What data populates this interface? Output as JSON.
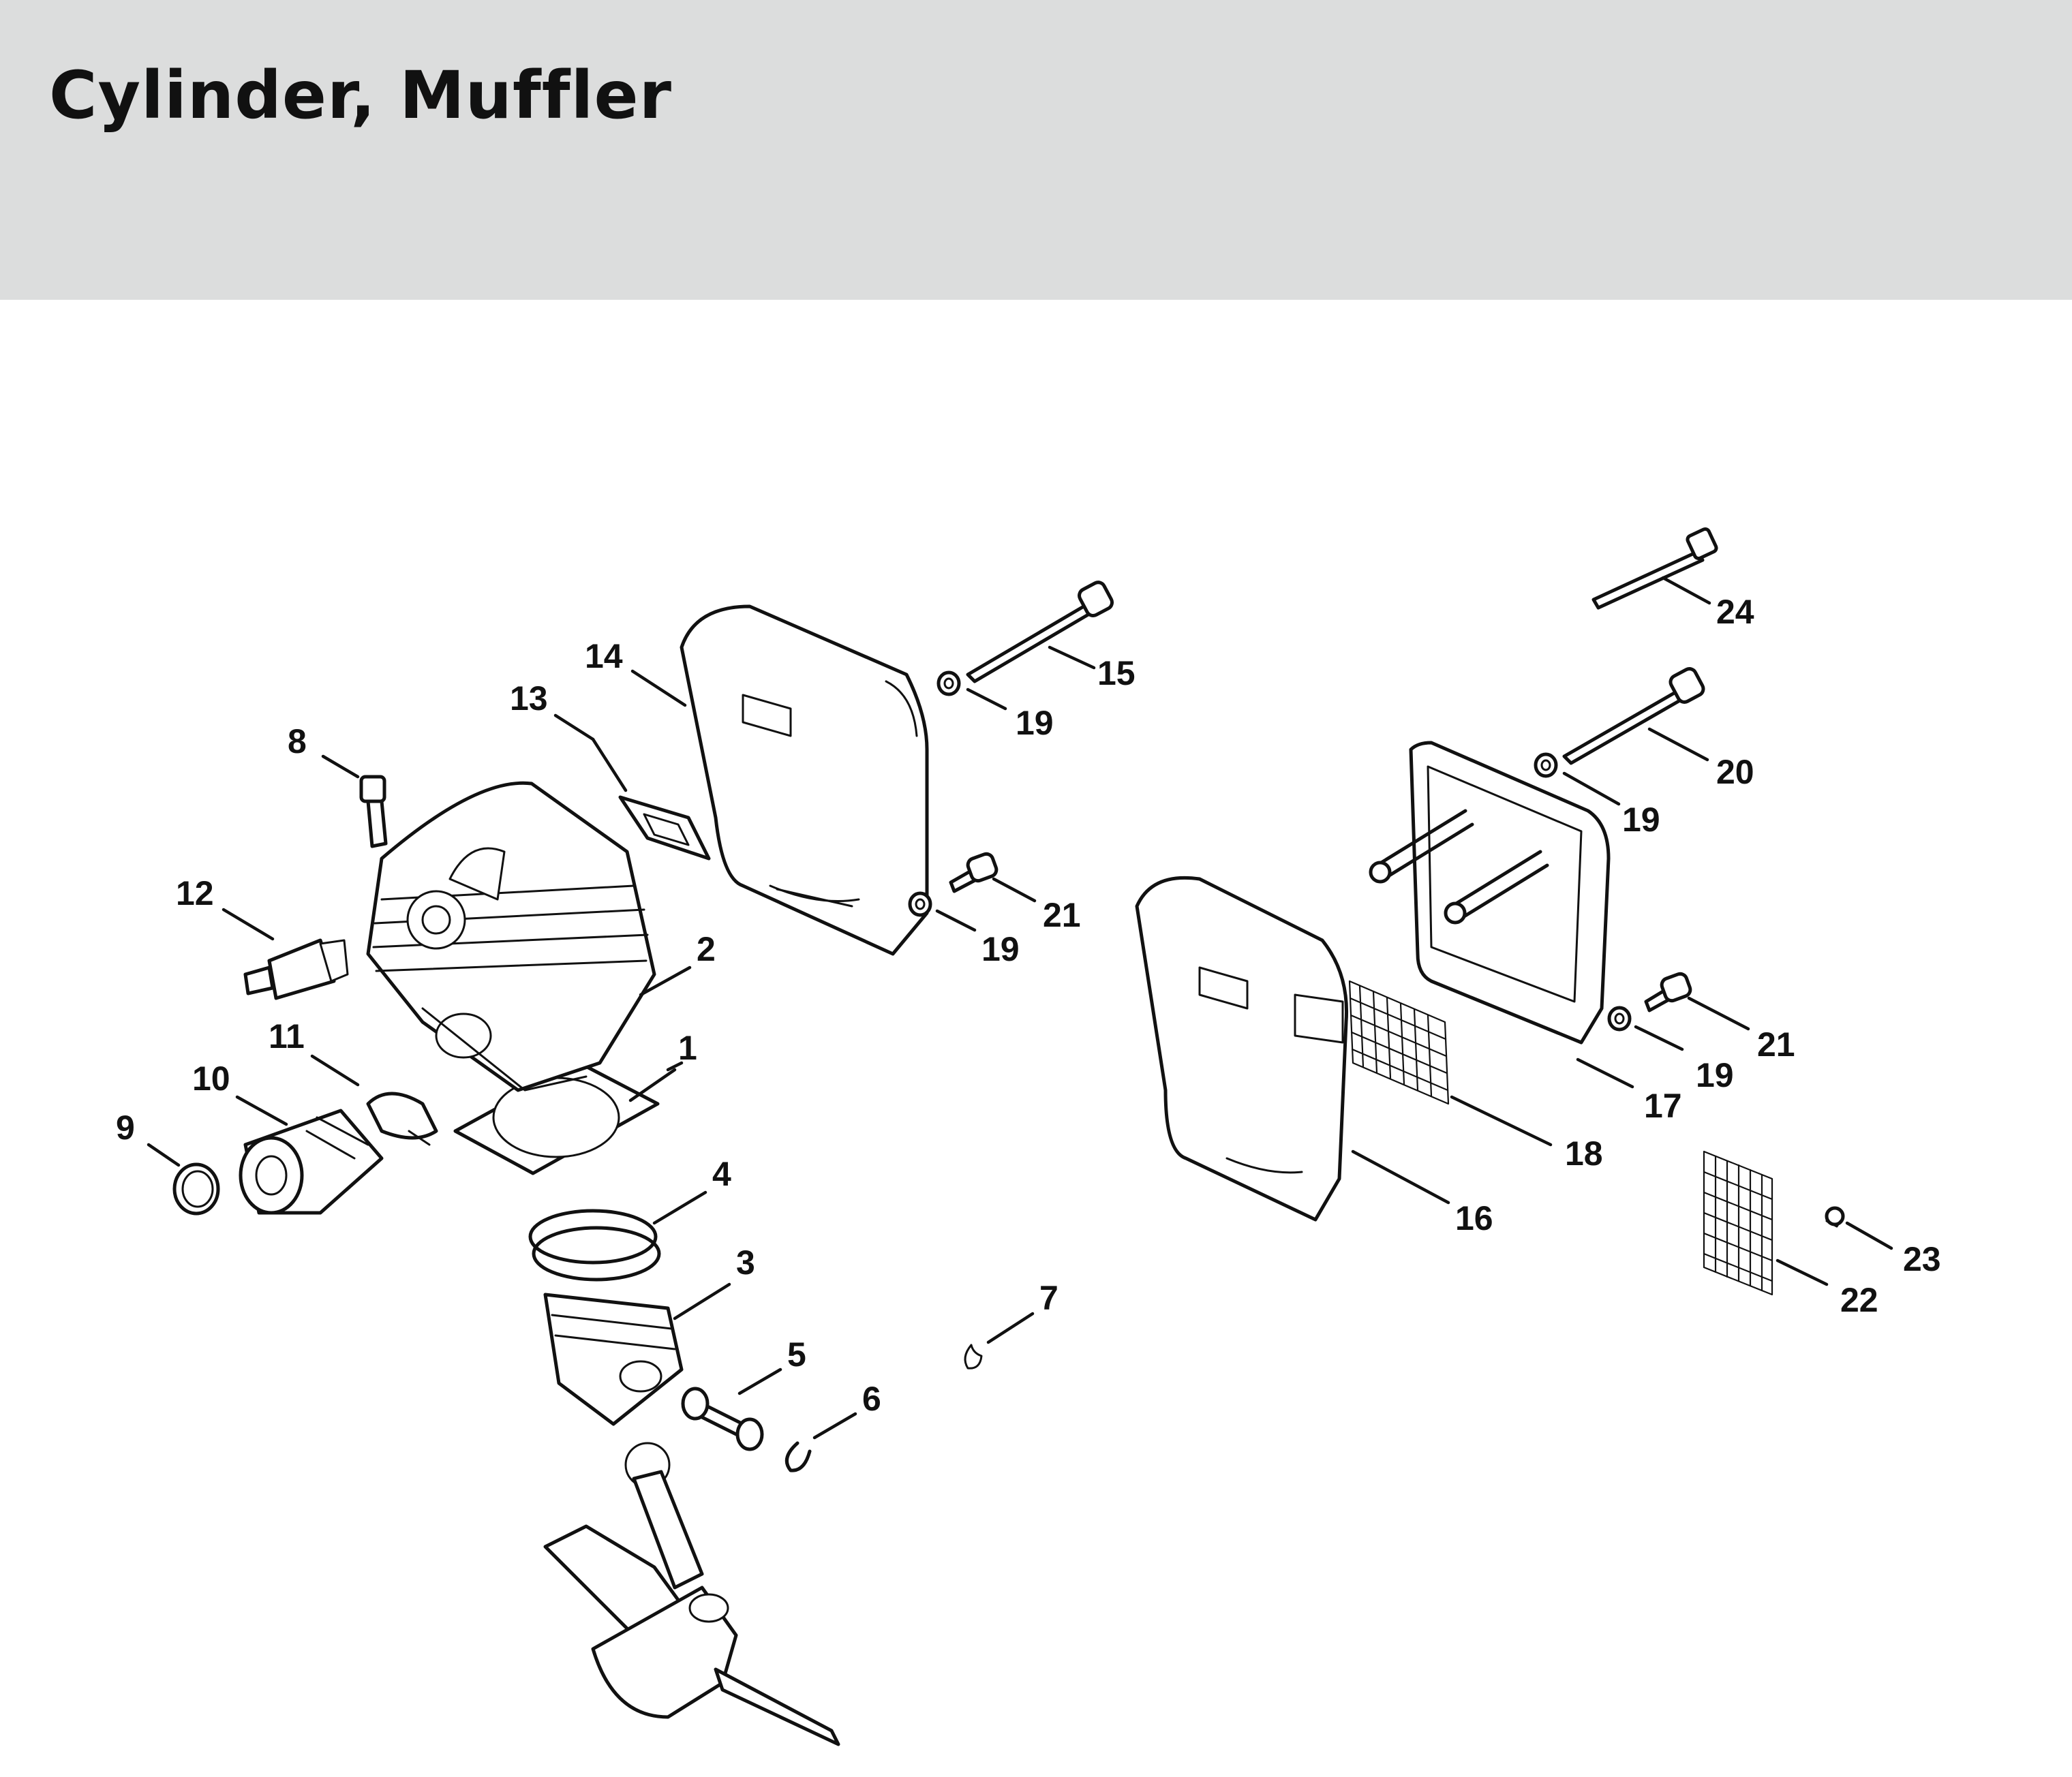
{
  "header": {
    "title": "Cylinder, Muffler",
    "background_color": "#dcdddd"
  },
  "callouts": [
    {
      "id": "1",
      "label": "1"
    },
    {
      "id": "2",
      "label": "2"
    },
    {
      "id": "3",
      "label": "3"
    },
    {
      "id": "4",
      "label": "4"
    },
    {
      "id": "5",
      "label": "5"
    },
    {
      "id": "6",
      "label": "6"
    },
    {
      "id": "7",
      "label": "7"
    },
    {
      "id": "8",
      "label": "8"
    },
    {
      "id": "9",
      "label": "9"
    },
    {
      "id": "10",
      "label": "10"
    },
    {
      "id": "11",
      "label": "11"
    },
    {
      "id": "12",
      "label": "12"
    },
    {
      "id": "13",
      "label": "13"
    },
    {
      "id": "14",
      "label": "14"
    },
    {
      "id": "15",
      "label": "15"
    },
    {
      "id": "16",
      "label": "16"
    },
    {
      "id": "17",
      "label": "17"
    },
    {
      "id": "18",
      "label": "18"
    },
    {
      "id": "19a",
      "label": "19"
    },
    {
      "id": "19b",
      "label": "19"
    },
    {
      "id": "19c",
      "label": "19"
    },
    {
      "id": "19d",
      "label": "19"
    },
    {
      "id": "20",
      "label": "20"
    },
    {
      "id": "21a",
      "label": "21"
    },
    {
      "id": "21b",
      "label": "21"
    },
    {
      "id": "22",
      "label": "22"
    },
    {
      "id": "23",
      "label": "23"
    },
    {
      "id": "24",
      "label": "24"
    }
  ]
}
